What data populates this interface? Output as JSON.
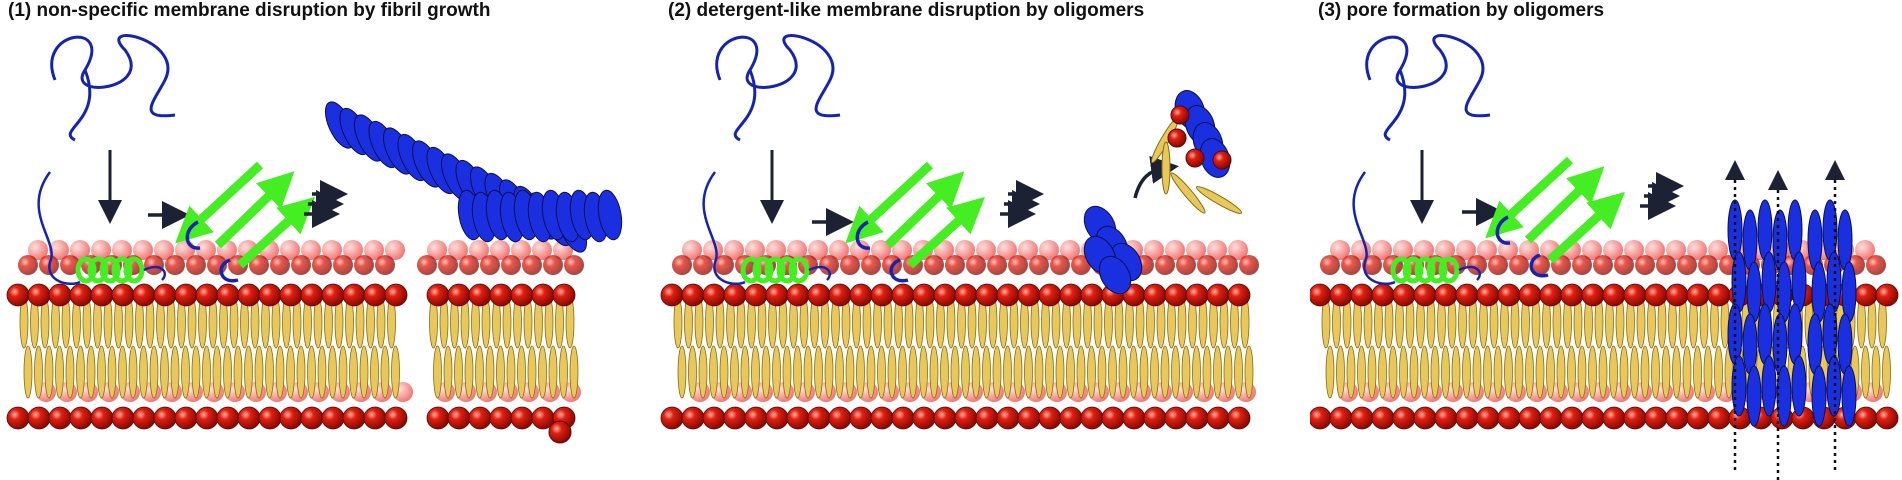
{
  "panels": [
    {
      "id": "fibril-growth",
      "title": "(1) non-specific membrane disruption by fibril growth"
    },
    {
      "id": "detergent-like",
      "title": "(2) detergent-like membrane disruption by oligomers"
    },
    {
      "id": "pore-formation",
      "title": "(3) pore formation by oligomers"
    }
  ],
  "colors": {
    "headgroup": "#e01f10",
    "headgroup_back": "#f07a78",
    "lipid_tail": "#e8c85a",
    "protein": "#1a2fe0",
    "coil": "#1524b0",
    "beta_strand": "#44ee22",
    "helix": "#44ee22",
    "arrow": "#1c2233"
  },
  "icons": [
    "unfolded-protein-icon",
    "membrane-bilayer-icon",
    "beta-sheet-arrow-icon",
    "fibril-icon",
    "oligomer-icon",
    "pore-icon"
  ]
}
